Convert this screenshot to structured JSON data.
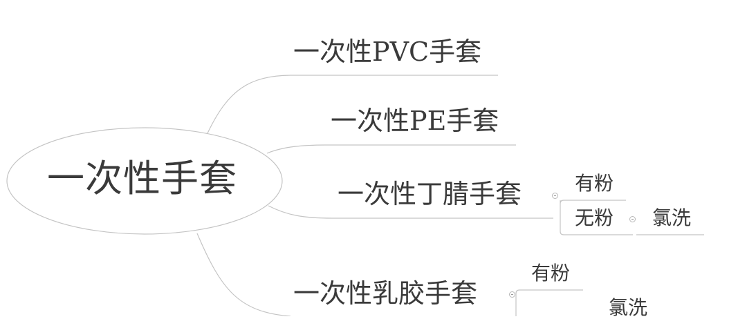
{
  "root": {
    "label": "一次性手套"
  },
  "branches": [
    {
      "label": "一次性PVC手套"
    },
    {
      "label": "一次性PE手套"
    },
    {
      "label": "一次性丁腈手套",
      "children": [
        {
          "label": "有粉"
        },
        {
          "label": "无粉",
          "children": [
            {
              "label": "氯洗"
            }
          ]
        }
      ]
    },
    {
      "label": "一次性乳胶手套",
      "children": [
        {
          "label": "有粉"
        },
        {
          "label": "氯洗"
        }
      ]
    }
  ]
}
